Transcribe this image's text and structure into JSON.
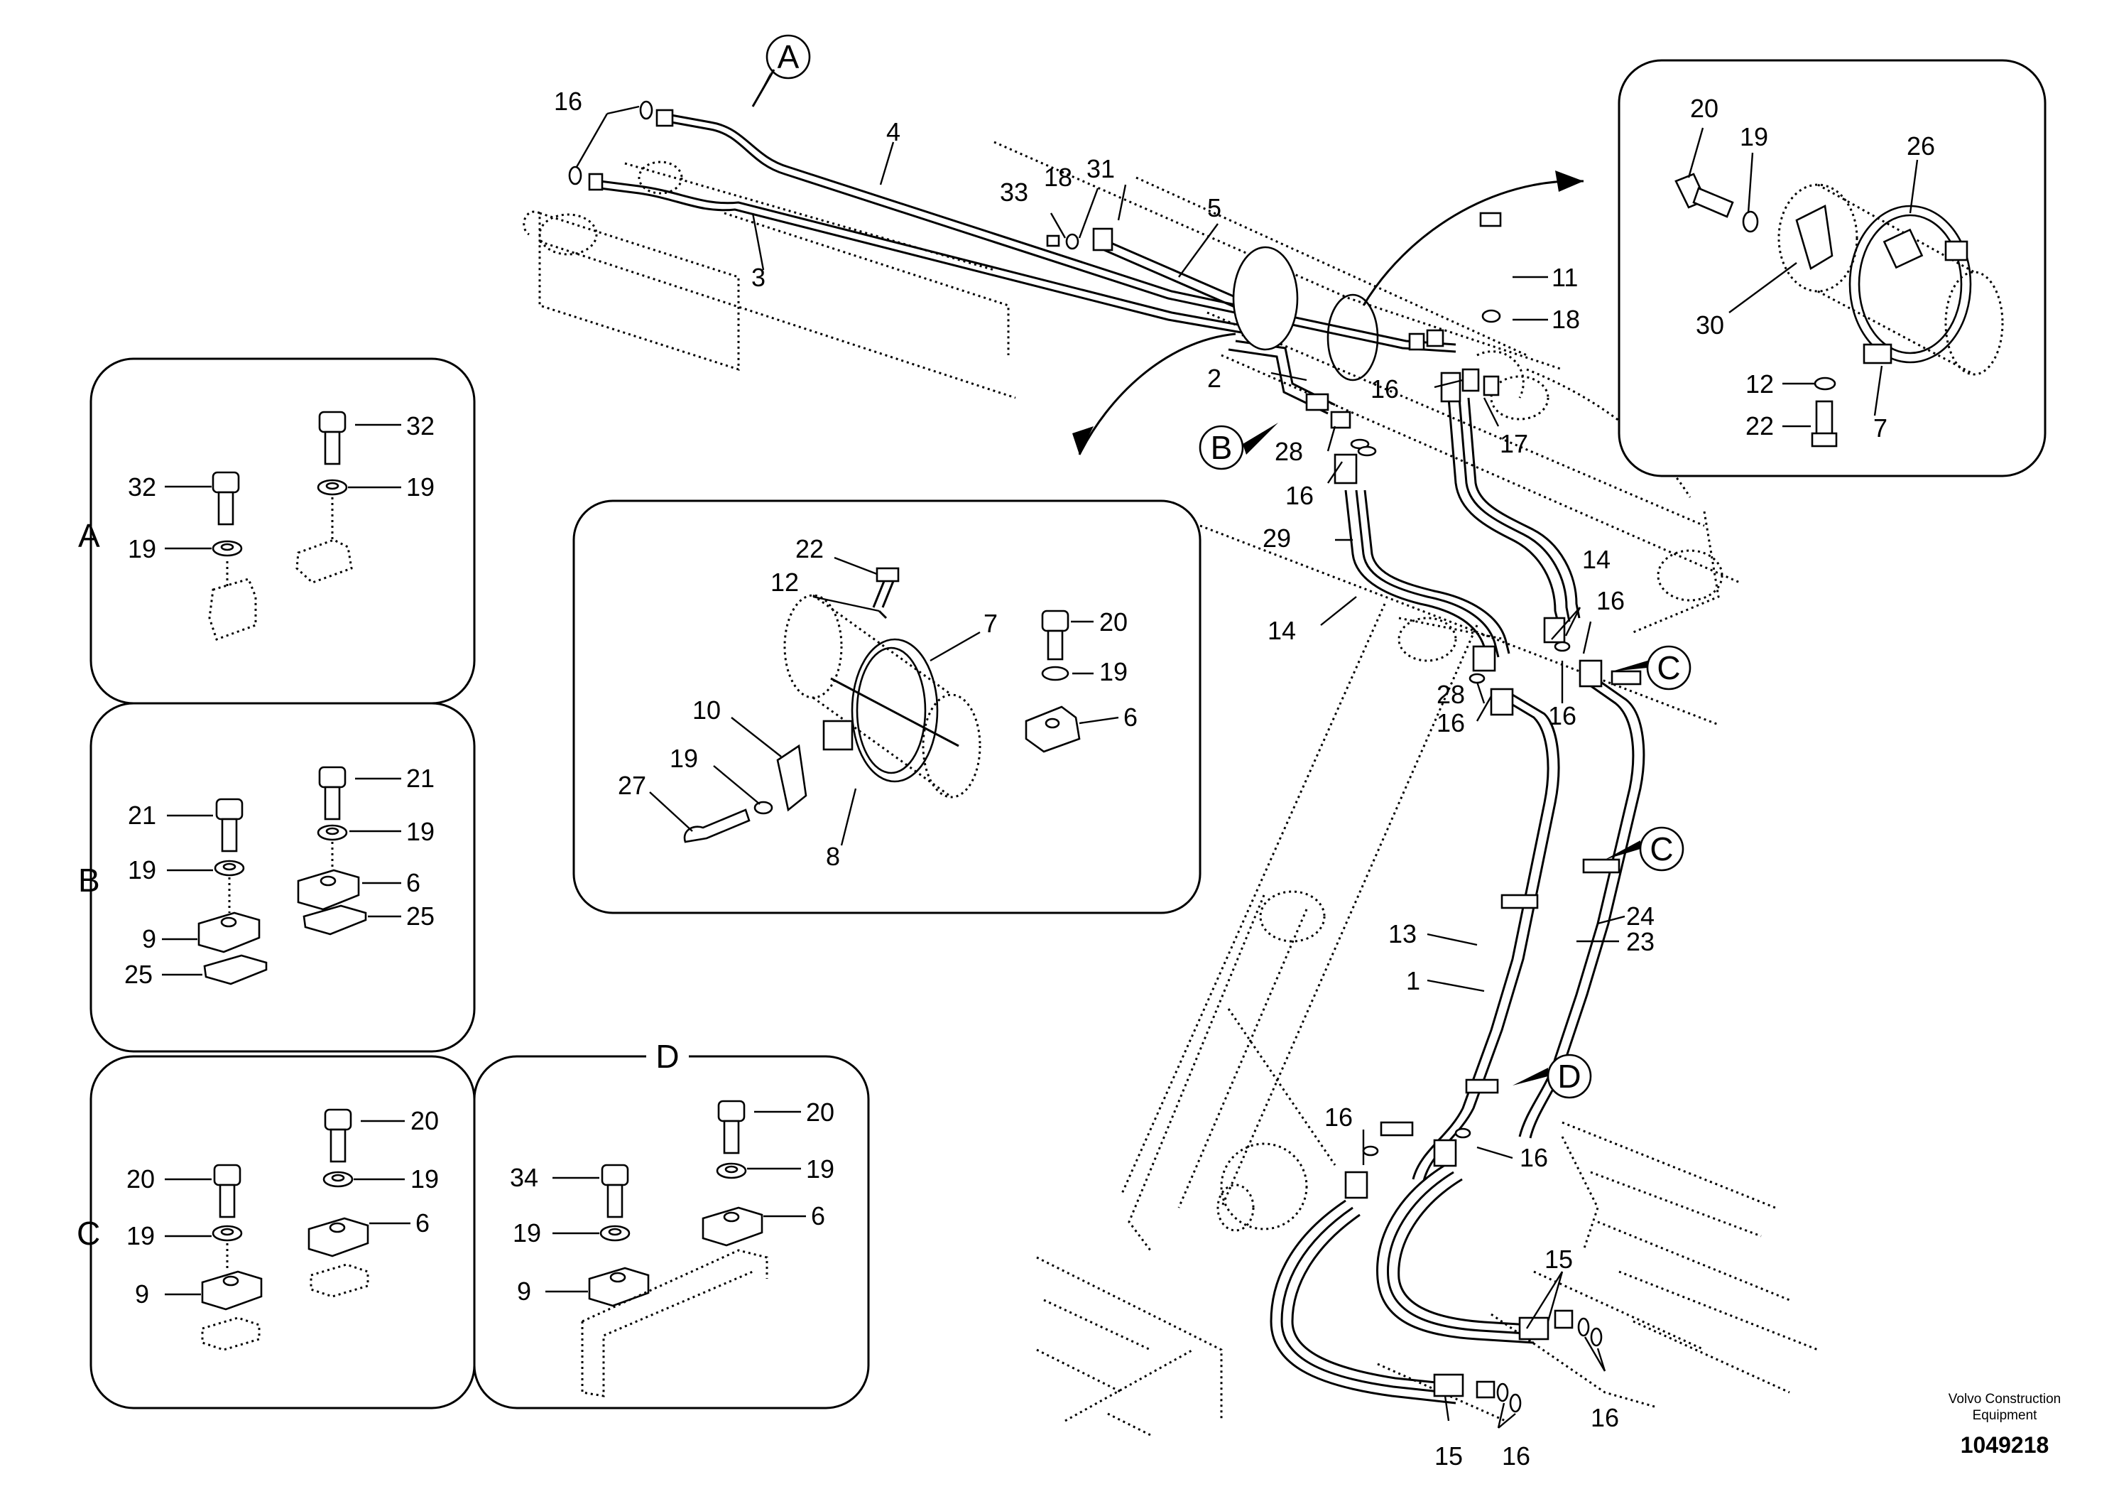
{
  "callouts": {
    "A": "A",
    "B": "B",
    "C": "C",
    "D": "D"
  },
  "main_labels": {
    "l16a": "16",
    "l4": "4",
    "l33": "33",
    "l18a": "18",
    "l31": "31",
    "l5": "5",
    "l3": "3",
    "l11": "11",
    "l18b": "18",
    "l2": "2",
    "l16b": "16",
    "l17": "17",
    "l28a": "28",
    "l16c": "16",
    "l29": "29",
    "l14a": "14",
    "l14b": "14",
    "l16d": "16",
    "l28b": "28",
    "l16e": "16",
    "l16f": "16",
    "l24": "24",
    "l23": "23",
    "l13": "13",
    "l1": "1",
    "l16g": "16",
    "l16h": "16",
    "l15a": "15",
    "l15b": "15",
    "l16i": "16",
    "l16j": "16"
  },
  "clamp_detail": {
    "l22": "22",
    "l12": "12",
    "l7": "7",
    "l10": "10",
    "l19": "19",
    "l27": "27",
    "l8": "8",
    "l20": "20",
    "l19b": "19",
    "l6": "6"
  },
  "topright_detail": {
    "l20": "20",
    "l19": "19",
    "l26": "26",
    "l30": "30",
    "l12": "12",
    "l22": "22",
    "l7": "7"
  },
  "box_a": {
    "title": "A",
    "l32a": "32",
    "l19a": "19",
    "l32b": "32",
    "l19b": "19"
  },
  "box_b": {
    "title": "B",
    "l21a": "21",
    "l19a": "19",
    "l9": "9",
    "l25a": "25",
    "l21b": "21",
    "l19b": "19",
    "l6": "6",
    "l25b": "25"
  },
  "box_c": {
    "title": "C",
    "l20a": "20",
    "l19a": "19",
    "l9": "9",
    "l20b": "20",
    "l19b": "19",
    "l6": "6"
  },
  "box_d": {
    "title": "D",
    "l34": "34",
    "l19a": "19",
    "l9": "9",
    "l20": "20",
    "l19b": "19",
    "l6": "6"
  },
  "footer": {
    "company_line1": "Volvo Construction",
    "company_line2": "Equipment",
    "doc_number": "1049218"
  }
}
